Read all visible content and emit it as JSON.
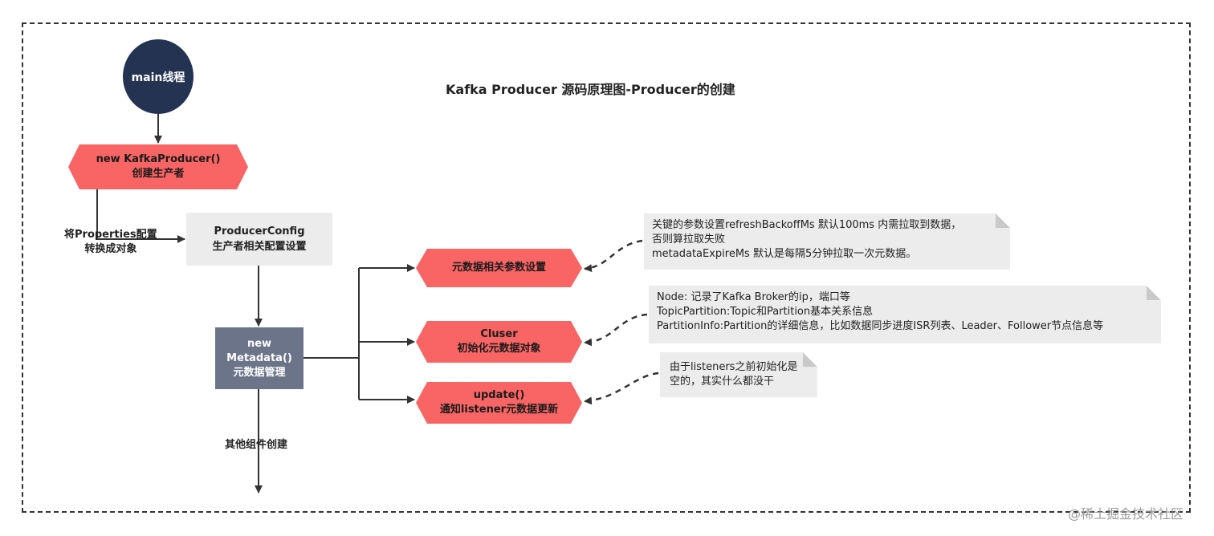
{
  "diagram": {
    "title": "Kafka Producer 源码原理图-Producer的创建",
    "main_thread": "main线程",
    "producer": {
      "line1": "new KafkaProducer()",
      "line2": "创建生产者"
    },
    "convert_label": {
      "line1": "将Properties配置",
      "line2": "转换成对象"
    },
    "config": {
      "line1": "ProducerConfig",
      "line2": "生产者相关配置设置"
    },
    "metadata": {
      "line1": "new",
      "line2": "Metadata()",
      "line3": "元数据管理"
    },
    "other_label": "其他组件创建",
    "branches": {
      "meta_params": "元数据相关参数设置",
      "cluster": {
        "line1": "Cluser",
        "line2": "初始化元数据对象"
      },
      "update": {
        "line1": "update()",
        "line2": "通知listener元数据更新"
      }
    },
    "notes": {
      "note1": [
        "关键的参数设置refreshBackoffMs  默认100ms 内需拉取到数据，",
        "否则算拉取失败",
        "metadataExpireMs 默认是每隔5分钟拉取一次元数据。"
      ],
      "note2": [
        "Node: 记录了Kafka Broker的ip，端口等",
        "TopicPartition:Topic和Partition基本关系信息",
        "PartitionInfo:Partition的详细信息，比如数据同步进度ISR列表、Leader、Follower节点信息等"
      ],
      "note3": [
        "由于listeners之前初始化是",
        "空的，其实什么都没干"
      ]
    },
    "watermark": "@稀土掘金技术社区"
  },
  "colors": {
    "main_circle": "#243352",
    "red_node": "#f96565",
    "metadata_box": "#6b7489",
    "note_bg": "#ececec"
  }
}
